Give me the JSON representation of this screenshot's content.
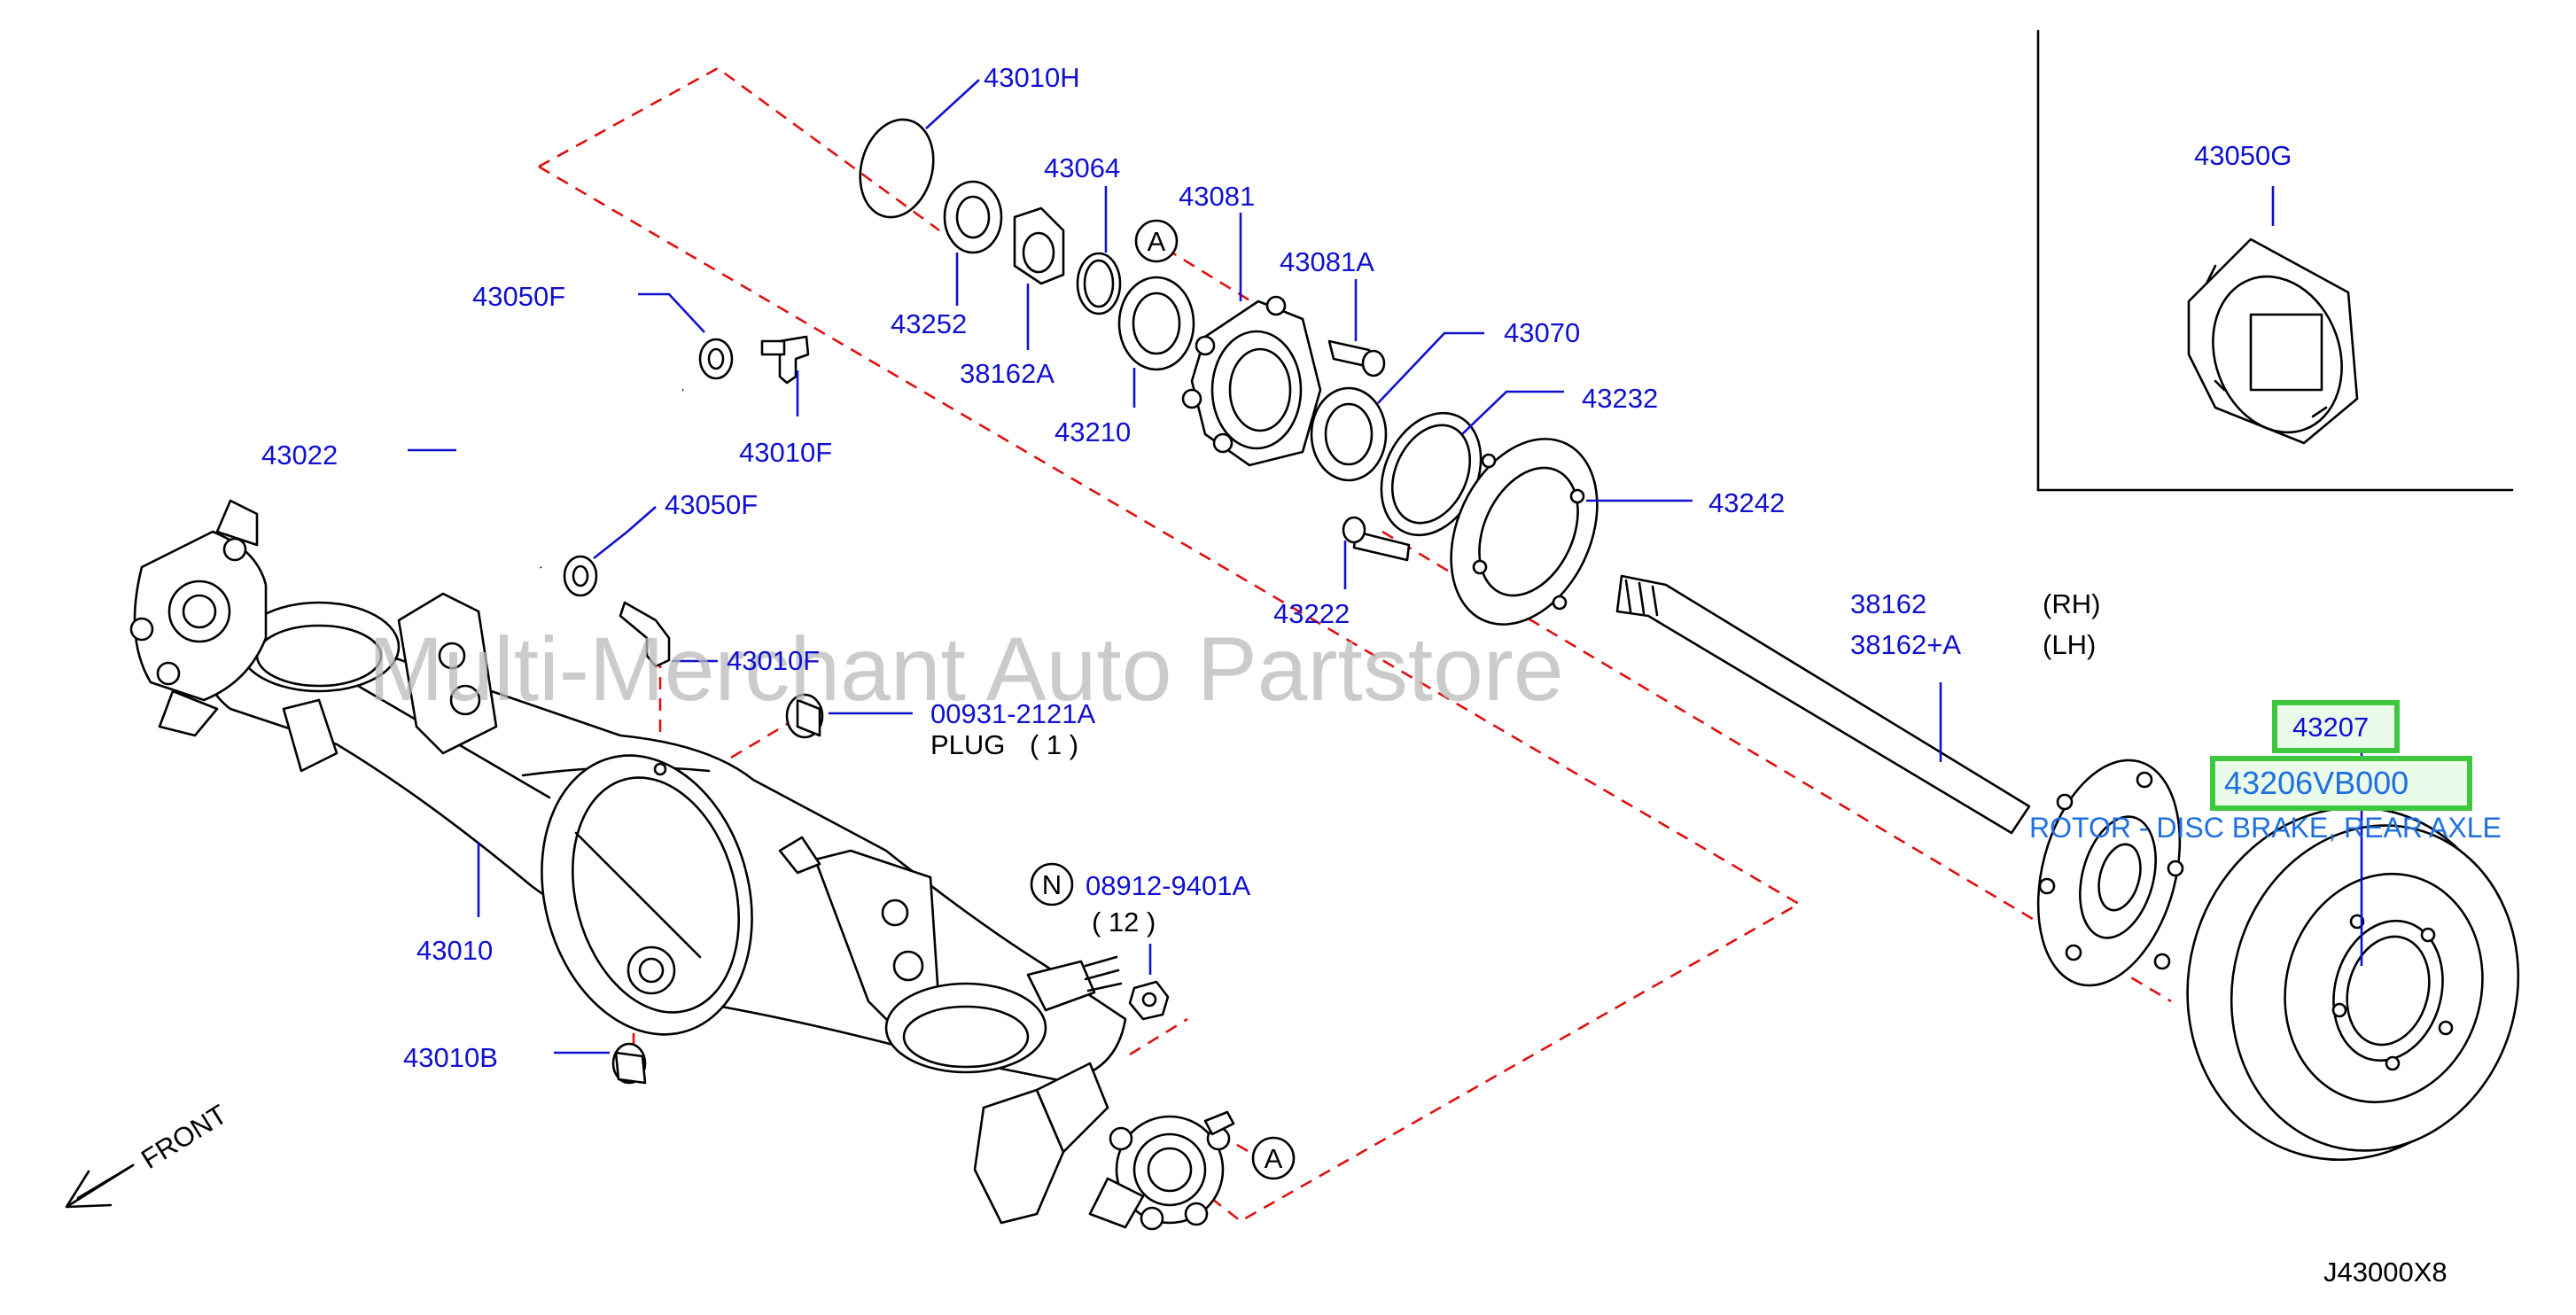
{
  "watermark": "Multi-Merchant Auto Partstore",
  "diagram_code": "J43000X8",
  "front_label": "FRONT",
  "ref_marker": "A",
  "n_marker": "N",
  "colors": {
    "part_number": "#1010d0",
    "leader": "#1010d0",
    "dashed_outline": "#e01010",
    "highlight_box": "#3ec83e",
    "description": "#1e6fe0"
  },
  "parts": {
    "p43010H": "43010H",
    "p43064": "43064",
    "p43081": "43081",
    "p43081A": "43081A",
    "p43252": "43252",
    "p38162A": "38162A",
    "p43210": "43210",
    "p43070": "43070",
    "p43232": "43232",
    "p43242": "43242",
    "p43222": "43222",
    "p43050F_top": "43050F",
    "p43010F_top": "43010F",
    "p43022": "43022",
    "p43050F_mid": "43050F",
    "p43010F_mid": "43010F",
    "p00931": "00931-2121A",
    "plug_label": "PLUG",
    "plug_qty": "( 1 )",
    "p43010": "43010",
    "p43010B": "43010B",
    "p08912": "08912-9401A",
    "nut_qty": "( 12 )",
    "p38162": "38162",
    "p38162_rh": "(RH)",
    "p38162A_lh": "38162+A",
    "lh": "(LH)",
    "p43050G": "43050G",
    "p43207": "43207",
    "p43206": "43206VB000",
    "rotor_desc": "ROTOR - DISC BRAKE, REAR AXLE"
  }
}
